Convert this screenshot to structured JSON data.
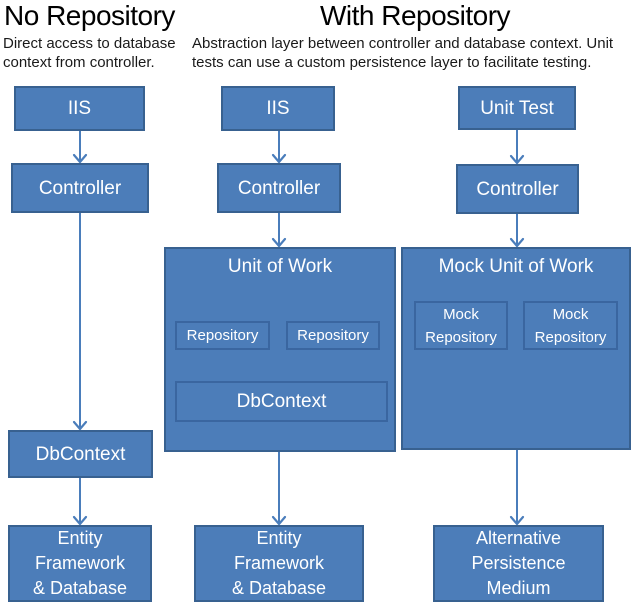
{
  "titles": {
    "left": "No Repository",
    "right": "With Repository"
  },
  "descriptions": {
    "left": "Direct access to database context from controller.",
    "right": "Abstraction layer between controller and database context. Unit tests can use a custom persistence layer to facilitate testing."
  },
  "colors": {
    "box_fill": "#4C7DB9",
    "box_border": "#386190",
    "inner_border": "#3A66A0",
    "arrow": "#4A7DBB",
    "box_text": "#FFFFFF",
    "heading_text": "#000000",
    "body_text": "#1A1A1A"
  },
  "columns": {
    "no_repository": {
      "iis": "IIS",
      "controller": "Controller",
      "dbcontext": "DbContext",
      "storage": "Entity\nFramework\n& Database"
    },
    "with_repository_web": {
      "iis": "IIS",
      "controller": "Controller",
      "unit_of_work": "Unit of Work",
      "repository1": "Repository",
      "repository2": "Repository",
      "dbcontext": "DbContext",
      "storage": "Entity\nFramework\n& Database"
    },
    "with_repository_test": {
      "unit_test": "Unit Test",
      "controller": "Controller",
      "mock_unit_of_work": "Mock Unit of Work",
      "mock_repository1": "Mock\nRepository",
      "mock_repository2": "Mock\nRepository",
      "storage": "Alternative\nPersistence\nMedium"
    }
  }
}
